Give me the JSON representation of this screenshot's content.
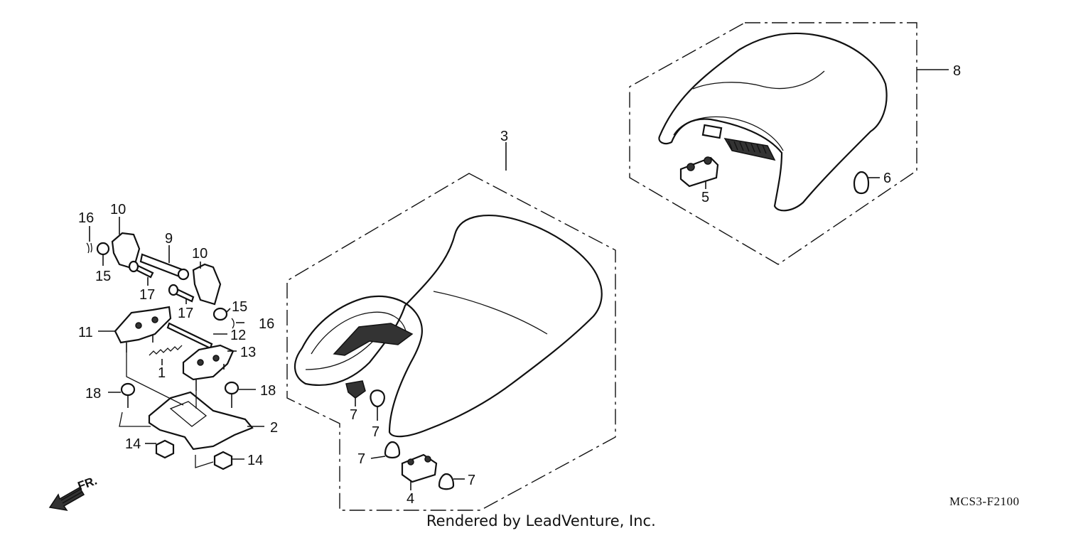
{
  "labels": {
    "p1": "1",
    "p2": "2",
    "p3": "3",
    "p4": "4",
    "p5": "5",
    "p6": "6",
    "p7a": "7",
    "p7b": "7",
    "p7c": "7",
    "p7d": "7",
    "p8": "8",
    "p9": "9",
    "p10a": "10",
    "p10b": "10",
    "p11": "11",
    "p12": "12",
    "p13": "13",
    "p14a": "14",
    "p14b": "14",
    "p15a": "15",
    "p15b": "15",
    "p16a": "16",
    "p16b": "16",
    "p17a": "17",
    "p17b": "17",
    "p18a": "18",
    "p18b": "18"
  },
  "direction_label": "FR.",
  "diagram_code": "MCS3-F2100",
  "credit": "Rendered by LeadVenture, Inc."
}
